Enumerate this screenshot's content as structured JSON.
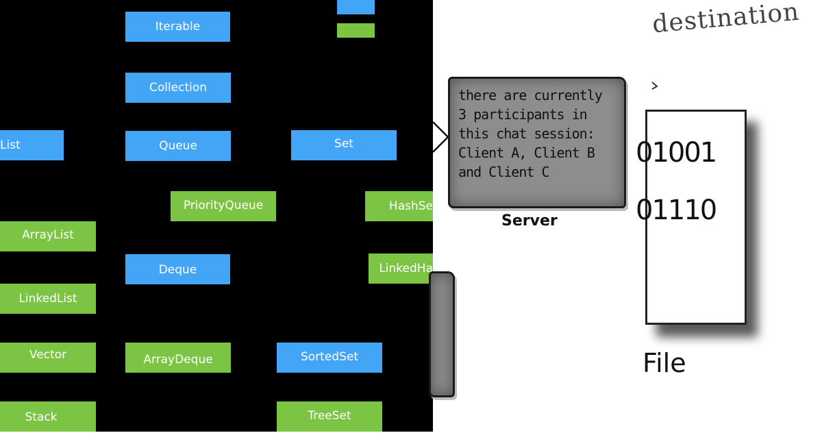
{
  "collections_diagram": {
    "legend": {
      "interface_color": "#42a5f5",
      "class_color": "#7cc544"
    },
    "nodes": {
      "iterable": "Iterable",
      "collection": "Collection",
      "list": "List",
      "queue": "Queue",
      "set": "Set",
      "priority_queue": "PriorityQueue",
      "hash_set": "HashSe",
      "array_list": "ArrayList",
      "deque": "Deque",
      "linked_hash_set": "LinkedHa",
      "linked_list": "LinkedList",
      "vector": "Vector",
      "array_deque": "ArrayDeque",
      "sorted_set": "SortedSet",
      "stack": "Stack",
      "tree_set": "TreeSet"
    }
  },
  "chat_server": {
    "bubble_lines": [
      "there are currently",
      "3 participants in",
      "this chat session:",
      "Client A, Client B",
      "and Client C"
    ],
    "server_label": "Server"
  },
  "file_destination": {
    "destination_label": "destination",
    "bits": [
      "01001",
      "01110"
    ],
    "file_label": "File"
  }
}
